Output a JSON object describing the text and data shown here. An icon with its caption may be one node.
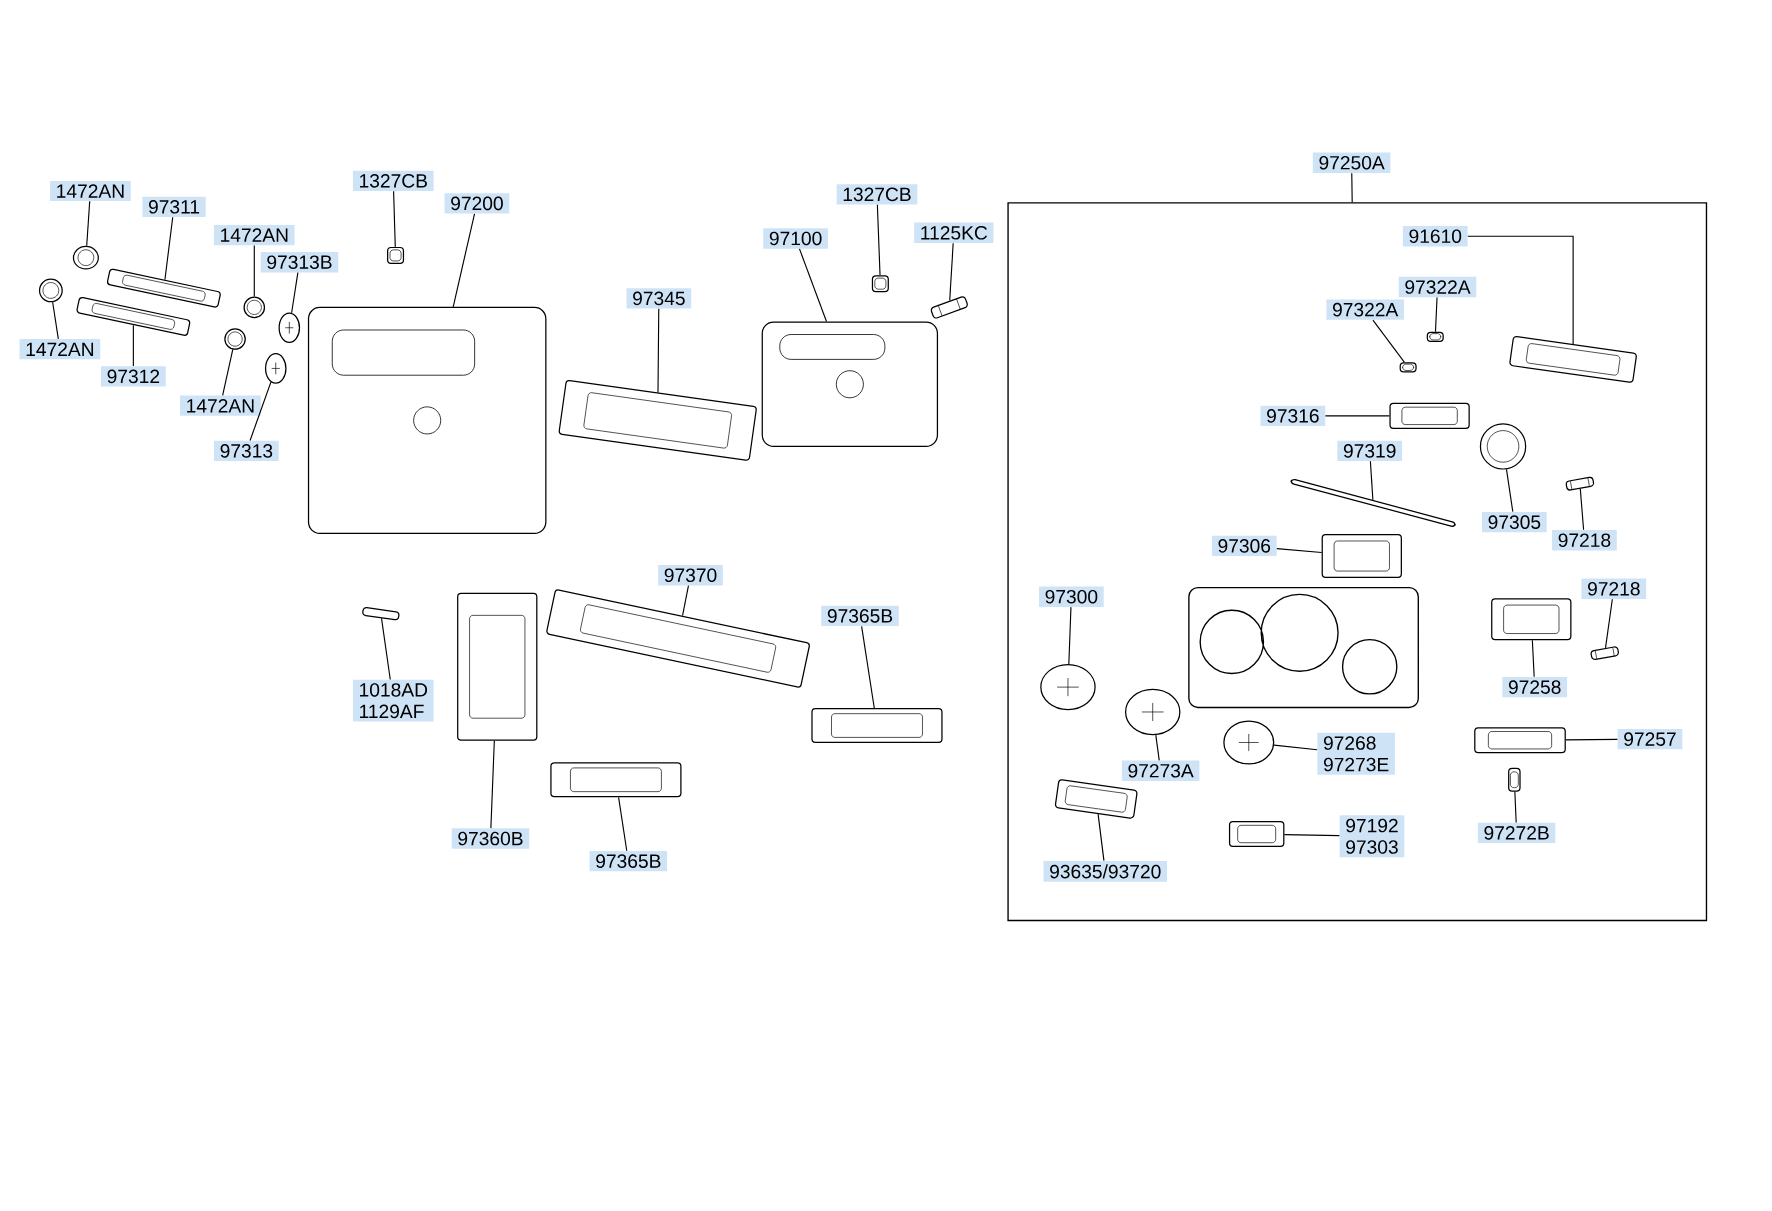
{
  "diagram": {
    "nodes": [
      {
        "text": [
          "1472AN"
        ]
      },
      {
        "text": [],
        "shape": "picture"
      },
      {
        "text": [
          "97311"
        ]
      },
      {
        "text": [],
        "shape": "picture"
      },
      {
        "text": [
          "1472AN"
        ]
      },
      {
        "text": [],
        "shape": "picture"
      },
      {
        "text": [
          "1327CB"
        ]
      },
      {
        "text": [],
        "shape": "picture"
      },
      {
        "text": [
          "97200"
        ]
      },
      {
        "text": [],
        "shape": "picture"
      },
      {
        "text": [
          "97313B"
        ]
      },
      {
        "text": [],
        "shape": "picture"
      },
      {
        "text": [
          "1472AN"
        ]
      },
      {
        "text": [],
        "shape": "picture"
      },
      {
        "text": [
          "97312"
        ]
      },
      {
        "text": [],
        "shape": "picture"
      },
      {
        "text": [
          "1472AN"
        ]
      },
      {
        "text": [],
        "shape": "picture"
      },
      {
        "text": [
          "97313"
        ]
      },
      {
        "text": [],
        "shape": "picture"
      },
      {
        "text": [
          "97345"
        ]
      },
      {
        "text": [],
        "shape": "picture"
      },
      {
        "text": [
          "97100"
        ]
      },
      {
        "text": [],
        "shape": "picture"
      },
      {
        "text": [
          "1327CB"
        ]
      },
      {
        "text": [],
        "shape": "picture"
      },
      {
        "text": [
          "1125KC"
        ]
      },
      {
        "text": [],
        "shape": "picture"
      },
      {
        "text": [
          "1018AD",
          "1129AF"
        ]
      },
      {
        "text": [],
        "shape": "picture"
      },
      {
        "text": [
          "97370"
        ]
      },
      {
        "text": [],
        "shape": "picture"
      },
      {
        "text": [
          "97365B"
        ]
      },
      {
        "text": [],
        "shape": "picture"
      },
      {
        "text": [
          "97360B"
        ]
      },
      {
        "text": [],
        "shape": "picture"
      },
      {
        "text": [
          "97365B"
        ]
      },
      {
        "text": [],
        "shape": "picture"
      },
      {
        "text": [
          "97250A"
        ]
      },
      {
        "text": [],
        "shape": "box"
      },
      {
        "text": [
          "91610"
        ],
        "in": 39
      },
      {
        "text": [],
        "shape": "picture",
        "in": 39
      },
      {
        "text": [
          "97322A"
        ],
        "in": 39
      },
      {
        "text": [],
        "shape": "picture",
        "in": 39
      },
      {
        "text": [
          "97322A"
        ],
        "in": 39
      },
      {
        "text": [],
        "shape": "picture",
        "in": 39
      },
      {
        "text": [
          "97316"
        ],
        "in": 39
      },
      {
        "text": [],
        "shape": "picture",
        "in": 39
      },
      {
        "text": [
          "97319"
        ],
        "in": 39
      },
      {
        "text": [],
        "shape": "picture",
        "in": 39
      },
      {
        "text": [
          "97305"
        ],
        "in": 39
      },
      {
        "text": [],
        "shape": "picture",
        "in": 39
      },
      {
        "text": [
          "97218"
        ],
        "in": 39
      },
      {
        "text": [],
        "shape": "picture",
        "in": 39
      },
      {
        "text": [
          "97306"
        ],
        "in": 39
      },
      {
        "text": [],
        "shape": "picture",
        "in": 39
      },
      {
        "text": [
          "97300"
        ],
        "in": 39
      },
      {
        "text": [],
        "shape": "picture",
        "in": 39
      },
      {
        "text": [
          "97218"
        ],
        "in": 39
      },
      {
        "text": [],
        "shape": "picture",
        "in": 39
      },
      {
        "text": [
          "97258"
        ],
        "in": 39
      },
      {
        "text": [],
        "shape": "picture",
        "in": 39
      },
      {
        "text": [
          "97268",
          "97273E"
        ],
        "in": 39
      },
      {
        "text": [],
        "shape": "picture",
        "in": 39
      },
      {
        "text": [
          "97257"
        ],
        "in": 39
      },
      {
        "text": [],
        "shape": "picture",
        "in": 39
      },
      {
        "text": [
          "97273A"
        ],
        "in": 39
      },
      {
        "text": [],
        "shape": "picture",
        "in": 39
      },
      {
        "text": [
          "97192",
          "97303"
        ],
        "in": 39
      },
      {
        "text": [],
        "shape": "picture",
        "in": 39
      },
      {
        "text": [
          "97272B"
        ],
        "in": 39
      },
      {
        "text": [],
        "shape": "picture",
        "in": 39
      },
      {
        "text": [
          "93635/93720"
        ],
        "in": 39
      },
      {
        "text": [],
        "shape": "picture",
        "in": 39
      }
    ],
    "edges": [
      {
        "from": 0,
        "to": 1,
        "arrow": "none"
      },
      {
        "from": 2,
        "to": 3,
        "arrow": "none"
      },
      {
        "from": 4,
        "to": 5,
        "arrow": "none"
      },
      {
        "from": 6,
        "to": 7,
        "arrow": "none"
      },
      {
        "from": 8,
        "to": 9,
        "arrow": "none"
      },
      {
        "from": 10,
        "to": 11,
        "arrow": "none"
      },
      {
        "from": 12,
        "to": 13,
        "arrow": "none"
      },
      {
        "from": 14,
        "to": 15,
        "arrow": "none"
      },
      {
        "from": 16,
        "to": 17,
        "arrow": "none"
      },
      {
        "from": 18,
        "to": 19,
        "arrow": "none"
      },
      {
        "from": 20,
        "to": 21,
        "arrow": "none"
      },
      {
        "from": 22,
        "to": 23,
        "arrow": "none"
      },
      {
        "from": 24,
        "to": 25,
        "arrow": "none"
      },
      {
        "from": 26,
        "to": 27,
        "arrow": "none"
      },
      {
        "from": 28,
        "to": 29,
        "arrow": "none"
      },
      {
        "from": 30,
        "to": 31,
        "arrow": "none"
      },
      {
        "from": 32,
        "to": 33,
        "arrow": "none"
      },
      {
        "from": 34,
        "to": 35,
        "arrow": "none"
      },
      {
        "from": 36,
        "to": 37,
        "arrow": "none"
      },
      {
        "from": 38,
        "to": 39,
        "arrow": "none"
      },
      {
        "from": 40,
        "to": 41,
        "arrow": "none"
      },
      {
        "from": 42,
        "to": 43,
        "arrow": "none"
      },
      {
        "from": 44,
        "to": 45,
        "arrow": "none"
      },
      {
        "from": 46,
        "to": 47,
        "arrow": "none"
      },
      {
        "from": 48,
        "to": 49,
        "arrow": "none"
      },
      {
        "from": 50,
        "to": 51,
        "arrow": "none"
      },
      {
        "from": 52,
        "to": 53,
        "arrow": "none"
      },
      {
        "from": 54,
        "to": 55,
        "arrow": "none"
      },
      {
        "from": 56,
        "to": 57,
        "arrow": "none"
      },
      {
        "from": 58,
        "to": 59,
        "arrow": "none"
      },
      {
        "from": 60,
        "to": 61,
        "arrow": "none"
      },
      {
        "from": 62,
        "to": 63,
        "arrow": "none"
      },
      {
        "from": 64,
        "to": 65,
        "arrow": "none"
      },
      {
        "from": 66,
        "to": 67,
        "arrow": "none"
      },
      {
        "from": 68,
        "to": 69,
        "arrow": "none"
      },
      {
        "from": 70,
        "to": 71,
        "arrow": "none"
      },
      {
        "from": 72,
        "to": 73,
        "arrow": "none"
      }
    ]
  }
}
